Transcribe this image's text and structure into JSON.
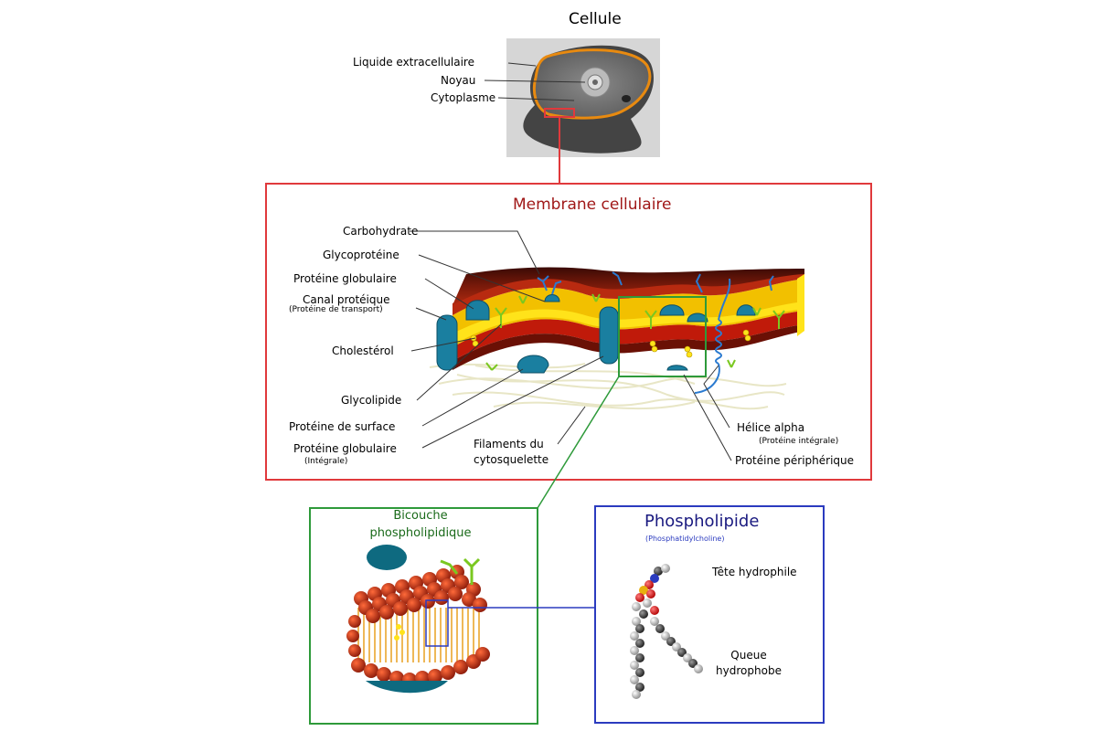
{
  "cell": {
    "title": "Cellule",
    "labels": {
      "extracellular": "Liquide extracellulaire",
      "nucleus": "Noyau",
      "cytoplasm": "Cytoplasme"
    }
  },
  "membrane": {
    "title": "Membrane cellulaire",
    "labels": {
      "carbohydrate": "Carbohydrate",
      "glycoprotein": "Glycoprotéine",
      "globular_protein": "Protéine globulaire",
      "channel": "Canal protéique",
      "channel_sub": "(Protéine de transport)",
      "cholesterol": "Cholestérol",
      "glycolipid": "Glycolipide",
      "surface_protein": "Protéine de surface",
      "integral_protein": "Protéine globulaire",
      "integral_protein_sub": "(Intégrale)",
      "filaments_1": "Filaments du",
      "filaments_2": "cytosquelette",
      "alpha_helix": "Hélice alpha",
      "alpha_helix_sub": "(Protéine intégrale)",
      "peripheral": "Protéine périphérique"
    }
  },
  "bilayer": {
    "title_1": "Bicouche",
    "title_2": "phospholipidique"
  },
  "phospholipid": {
    "title": "Phospholipide",
    "subtitle": "(Phosphatidylcholine)",
    "head_label": "Tête hydrophile",
    "tail_label_1": "Queue",
    "tail_label_2": "hydrophobe"
  },
  "colors": {
    "membrane_frame": "#e0393c",
    "bilayer_frame": "#2e9a3a",
    "phospholipid_frame": "#2b3bbf",
    "membrane_title": "#a01818",
    "bilayer_title": "#1a6a1a",
    "phospholipid_title": "#1a1a80",
    "protein": "#1a7fa0",
    "lipid_head": "#8b1a0a",
    "lipid_mid": "#e8a000",
    "lipid_core": "#ffd700",
    "carbohydrate": "#2a7ad0",
    "glyco": "#7ac820"
  }
}
